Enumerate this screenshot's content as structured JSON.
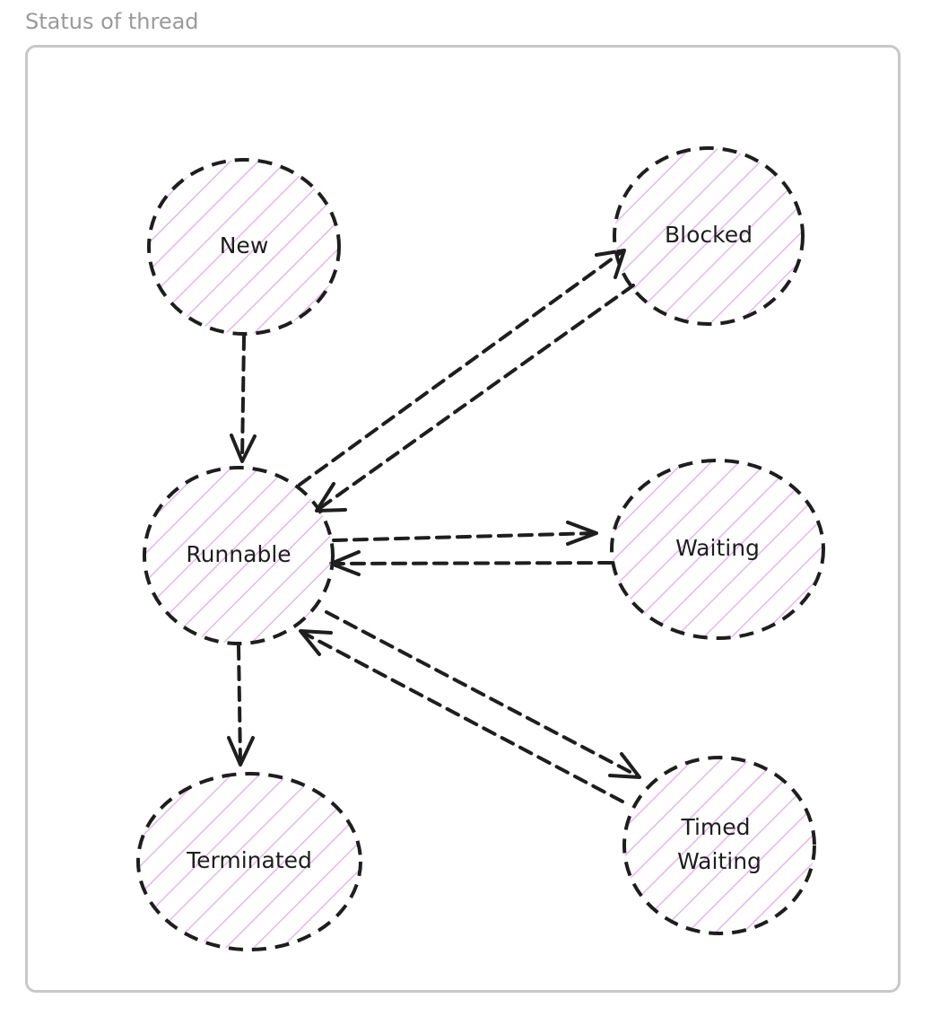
{
  "frame": {
    "title": "Status of thread"
  },
  "nodes": [
    {
      "id": "new",
      "label": "New"
    },
    {
      "id": "blocked",
      "label": "Blocked"
    },
    {
      "id": "runnable",
      "label": "Runnable"
    },
    {
      "id": "waiting",
      "label": "Waiting"
    },
    {
      "id": "terminated",
      "label": "Terminated"
    },
    {
      "id": "timed-waiting",
      "label": "Timed\nWaiting"
    }
  ],
  "edges": [
    {
      "from": "new",
      "to": "runnable"
    },
    {
      "from": "runnable",
      "to": "blocked"
    },
    {
      "from": "blocked",
      "to": "runnable"
    },
    {
      "from": "runnable",
      "to": "waiting"
    },
    {
      "from": "waiting",
      "to": "runnable"
    },
    {
      "from": "runnable",
      "to": "timed-waiting"
    },
    {
      "from": "timed-waiting",
      "to": "runnable"
    },
    {
      "from": "runnable",
      "to": "terminated"
    }
  ],
  "colors": {
    "stroke": "#1e1e1e",
    "hatch": "#e7b6ef",
    "frame_border": "#c8c8c8",
    "frame_title": "#9a9a9a"
  }
}
